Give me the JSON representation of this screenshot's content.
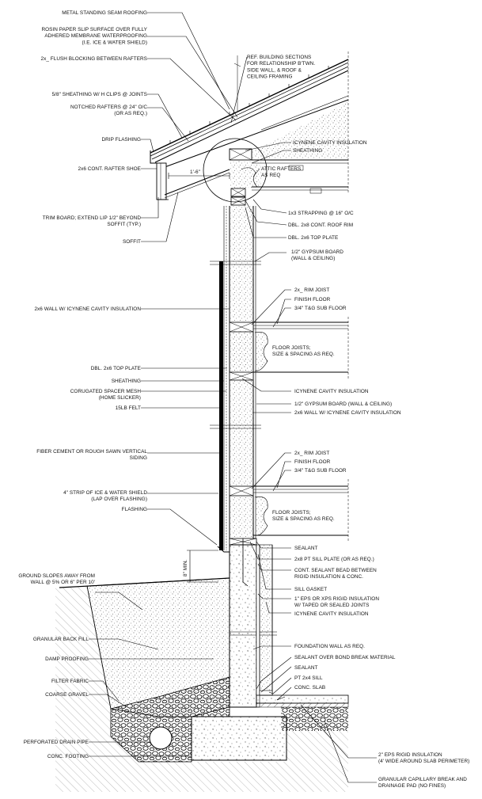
{
  "labels_left": [
    {
      "id": "metal-roofing",
      "lines": [
        "METAL STANDING SEAM ROOFING"
      ]
    },
    {
      "id": "rosin-paper",
      "lines": [
        "ROSIN PAPER SLIP SURFACE OVER FULLY",
        "ADHERED MEMBRANE WATERPROOFING",
        "(I.E. ICE & WATER SHIELD)"
      ]
    },
    {
      "id": "flush-blocking",
      "lines": [
        "2x_ FLUSH BLOCKING BETWEEN RAFTERS"
      ]
    },
    {
      "id": "sheathing-clips",
      "lines": [
        "5/8\" SHEATHING W/ H CLIPS @ JOINTS"
      ]
    },
    {
      "id": "notched-rafters",
      "lines": [
        "NOTCHED RAFTERS @ 24\" O/C",
        "(OR AS REQ.)"
      ]
    },
    {
      "id": "drip-flashing",
      "lines": [
        "DRIP FLASHING"
      ]
    },
    {
      "id": "rafter-shoe",
      "lines": [
        "2x6 CONT. RAFTER SHOE"
      ]
    },
    {
      "id": "trim-board",
      "lines": [
        "TRIM BOARD; EXTEND LIP 1/2\" BEYOND",
        "SOFFIT (TYP.)"
      ]
    },
    {
      "id": "soffit",
      "lines": [
        "SOFFIT"
      ]
    },
    {
      "id": "wall-insulation",
      "lines": [
        "2x6 WALL W/ ICYNENE CAVITY INSULATION"
      ]
    },
    {
      "id": "dbl-top-plate",
      "lines": [
        "DBL. 2x6 TOP PLATE"
      ]
    },
    {
      "id": "sheathing-left",
      "lines": [
        "SHEATHING"
      ]
    },
    {
      "id": "spacer-mesh",
      "lines": [
        "CORUGATED SPACER MESH",
        "(HOME SLICKER)"
      ]
    },
    {
      "id": "felt",
      "lines": [
        "15LB FELT"
      ]
    },
    {
      "id": "siding",
      "lines": [
        "FIBER CEMENT OR ROUGH SAWN VERTICAL",
        "SIDING"
      ]
    },
    {
      "id": "ice-water-strip",
      "lines": [
        "4\" STRIP OF ICE & WATER SHIELD",
        "(LAP OVER FLASHING)"
      ]
    },
    {
      "id": "flashing",
      "lines": [
        "FLASHING"
      ]
    },
    {
      "id": "ground-slope",
      "lines": [
        "GROUND SLOPES AWAY FROM",
        "WALL @ 5% OR 6\" PER 10'"
      ]
    },
    {
      "id": "granular-backfill",
      "lines": [
        "GRANULAR BACK FILL"
      ]
    },
    {
      "id": "damp-proofing",
      "lines": [
        "DAMP PROOFING"
      ]
    },
    {
      "id": "filter-fabric",
      "lines": [
        "FILTER FABRIC"
      ]
    },
    {
      "id": "coarse-gravel",
      "lines": [
        "COARSE GRAVEL"
      ]
    },
    {
      "id": "drain-pipe",
      "lines": [
        "PERFORATED DRAIN PIPE"
      ]
    },
    {
      "id": "conc-footing",
      "lines": [
        "CONC. FOOTING"
      ]
    }
  ],
  "labels_right": [
    {
      "id": "ref-sections",
      "lines": [
        "REF. BUILDING SECTIONS",
        "FOR RELATIONSHIP B'TWN.",
        "SIDE WALL, & ROOF &",
        "CEILING FRAMING"
      ]
    },
    {
      "id": "icynene-roof",
      "lines": [
        "ICYNENE CAVITY INSULATION"
      ]
    },
    {
      "id": "sheathing-roof",
      "lines": [
        "SHEATHING"
      ]
    },
    {
      "id": "attic-rafters",
      "lines": [
        "ATTIC RAFTERS",
        "AS REQ"
      ]
    },
    {
      "id": "strapping",
      "lines": [
        "1x3 STRAPPING @ 16\" O/C"
      ]
    },
    {
      "id": "roof-rim",
      "lines": [
        "DBL. 2x8 CONT. ROOF RIM"
      ]
    },
    {
      "id": "top-plate-r",
      "lines": [
        "DBL. 2x6 TOP PLATE"
      ]
    },
    {
      "id": "gypsum-1",
      "lines": [
        "1/2\" GYPSUM BOARD",
        "(WALL & CEILING)"
      ]
    },
    {
      "id": "rim-joist-1",
      "lines": [
        "2x_ RIM JOIST"
      ]
    },
    {
      "id": "finish-floor-1",
      "lines": [
        "FINISH FLOOR"
      ]
    },
    {
      "id": "subfloor-1",
      "lines": [
        "3/4\" T&G SUB FLOOR"
      ]
    },
    {
      "id": "floor-joists-1",
      "lines": [
        "FLOOR JOISTS;",
        "SIZE & SPACING AS REQ."
      ]
    },
    {
      "id": "icynene-wall",
      "lines": [
        "ICYNENE CAVITY INSULATION"
      ]
    },
    {
      "id": "gypsum-2",
      "lines": [
        "1/2\" GYPSUM BOARD (WALL & CEILING)"
      ]
    },
    {
      "id": "wall-icynene-2",
      "lines": [
        "2x6 WALL W/ ICYNENE CAVITY INSULATION"
      ]
    },
    {
      "id": "rim-joist-2",
      "lines": [
        "2x_ RIM JOIST"
      ]
    },
    {
      "id": "finish-floor-2",
      "lines": [
        "FINISH FLOOR"
      ]
    },
    {
      "id": "subfloor-2",
      "lines": [
        "3/4\" T&G SUB FLOOR"
      ]
    },
    {
      "id": "floor-joists-2",
      "lines": [
        "FLOOR JOISTS;",
        "SIZE & SPACING AS REQ."
      ]
    },
    {
      "id": "sealant-1",
      "lines": [
        "SEALANT"
      ]
    },
    {
      "id": "sill-plate",
      "lines": [
        "2x8 PT SILL PLATE (OR AS REQ.)"
      ]
    },
    {
      "id": "sealant-bead",
      "lines": [
        "CONT. SEALANT BEAD BETWEEN",
        "RIGID INSULATION & CONC."
      ]
    },
    {
      "id": "sill-gasket",
      "lines": [
        "SILL GASKET"
      ]
    },
    {
      "id": "rigid-insulation",
      "lines": [
        "1\" EPS OR XPS RIGID INSULATION",
        "W/ TAPED OR SEALED JOINTS"
      ]
    },
    {
      "id": "icynene-base",
      "lines": [
        "ICYNENE CAVITY INSULATION"
      ]
    },
    {
      "id": "foundation-wall",
      "lines": [
        "FOUNDATION WALL AS REQ."
      ]
    },
    {
      "id": "bond-break",
      "lines": [
        "SEALANT OVER BOND BREAK MATERIAL"
      ]
    },
    {
      "id": "sealant-2",
      "lines": [
        "SEALANT"
      ]
    },
    {
      "id": "pt-sill",
      "lines": [
        "PT 2x4 SILL"
      ]
    },
    {
      "id": "conc-slab",
      "lines": [
        "CONC. SLAB"
      ]
    },
    {
      "id": "eps-slab",
      "lines": [
        "2\" EPS RIGID INSULATION",
        "(4' WIDE AROUND SLAB PERIMETER)"
      ]
    },
    {
      "id": "capillary-break",
      "lines": [
        "GRANULAR CAPILLARY BREAK AND",
        "DRAINAGE PAD (NO FINES)"
      ]
    }
  ],
  "dimensions": {
    "overhang": "1'-6\"",
    "min_height": "8\" MIN."
  }
}
